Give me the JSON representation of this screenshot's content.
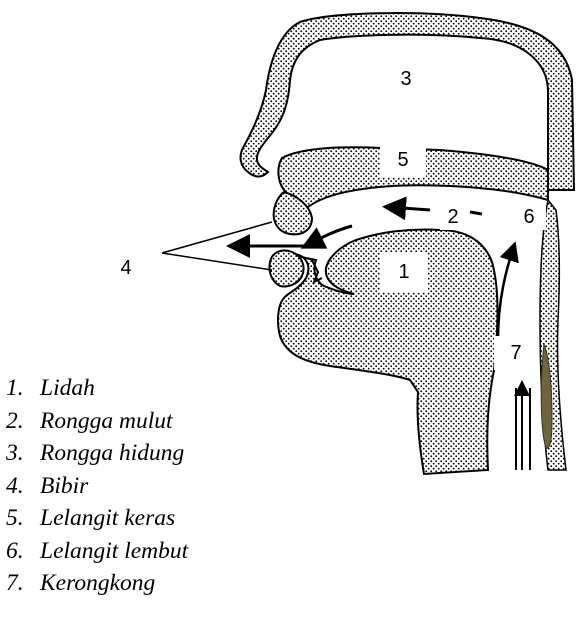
{
  "diagram": {
    "labels": {
      "n1": "1",
      "n2": "2",
      "n3": "3",
      "n4": "4",
      "n5": "5",
      "n6": "6",
      "n7": "7"
    }
  },
  "legend": [
    {
      "num": "1.",
      "text": "Lidah"
    },
    {
      "num": "2.",
      "text": "Rongga mulut"
    },
    {
      "num": "3.",
      "text": "Rongga hidung"
    },
    {
      "num": "4.",
      "text": "Bibir"
    },
    {
      "num": "5.",
      "text": "Lelangit keras"
    },
    {
      "num": "6.",
      "text": "Lelangit lembut"
    },
    {
      "num": "7.",
      "text": "Kerongkong"
    }
  ],
  "colors": {
    "tissue_stipple": "#000000",
    "background": "#ffffff",
    "spine": "#6e6540"
  }
}
